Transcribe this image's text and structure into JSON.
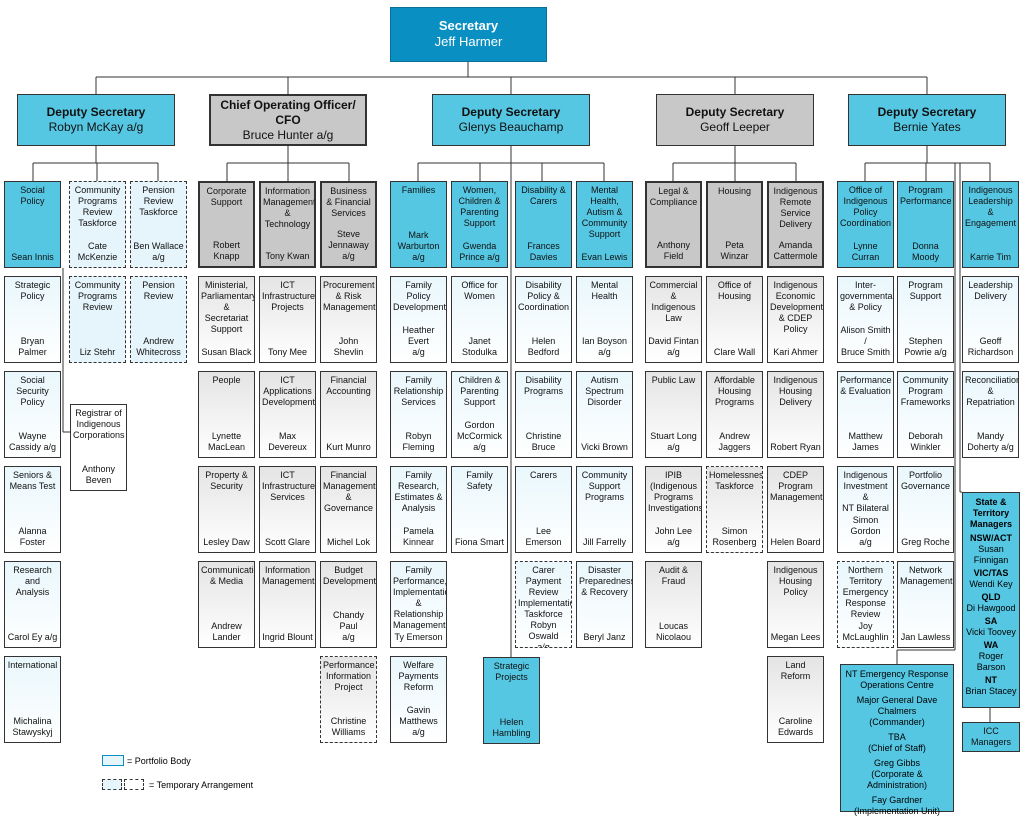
{
  "secretary": {
    "title": "Secretary",
    "name": "Jeff Harmer"
  },
  "deputies": [
    {
      "title": "Deputy Secretary",
      "name": "Robyn McKay a/g"
    },
    {
      "title": "Chief Operating Officer/ CFO",
      "name": "Bruce Hunter a/g"
    },
    {
      "title": "Deputy Secretary",
      "name": "Glenys Beauchamp"
    },
    {
      "title": "Deputy Secretary",
      "name": "Geoff Leeper"
    },
    {
      "title": "Deputy Secretary",
      "name": "Bernie Yates"
    }
  ],
  "units": [
    {
      "t": "Social Policy",
      "n": "Sean Innis"
    },
    {
      "t": "Community\nPrograms\nReview\nTaskforce",
      "n": "Cate\nMcKenzie"
    },
    {
      "t": "Pension\nReview\nTaskforce",
      "n": "Ben Wallace\na/g"
    },
    {
      "t": "Strategic\nPolicy",
      "n": "Bryan Palmer"
    },
    {
      "t": "Community\nPrograms\nReview",
      "n": "Liz Stehr"
    },
    {
      "t": "Pension\nReview",
      "n": "Andrew\nWhitecross"
    },
    {
      "t": "Social\nSecurity\nPolicy",
      "n": "Wayne\nCassidy a/g"
    },
    {
      "t": "Registrar of\nIndigenous\nCorporations",
      "n": "Anthony\nBeven"
    },
    {
      "t": "Seniors &\nMeans Test",
      "n": "Alanna Foster"
    },
    {
      "t": "Research and\nAnalysis",
      "n": "Carol Ey a/g"
    },
    {
      "t": "International",
      "n": "Michalina\nStawyskyj"
    },
    {
      "t": "Corporate\nSupport",
      "n": "Robert Knapp"
    },
    {
      "t": "Information\nManagement\n& Technology",
      "n": "Tony Kwan"
    },
    {
      "t": "Business\n& Financial\nServices",
      "n": "Steve\nJennaway\na/g"
    },
    {
      "t": "Ministerial,\nParliamentary\n& Secretariat\nSupport",
      "n": "Susan Black"
    },
    {
      "t": "ICT\nInfrastructure\nProjects",
      "n": "Tony Mee"
    },
    {
      "t": "Procurement\n& Risk\nManagement",
      "n": "John Shevlin"
    },
    {
      "t": "People",
      "n": "Lynette\nMacLean"
    },
    {
      "t": "ICT\nApplications\nDevelopment",
      "n": "Max Devereux"
    },
    {
      "t": "Financial\nAccounting",
      "n": "Kurt Munro"
    },
    {
      "t": "Property &\nSecurity",
      "n": "Lesley Daw"
    },
    {
      "t": "ICT\nInfrastructure\nServices",
      "n": "Scott Glare"
    },
    {
      "t": "Financial\nManagement\n& Governance",
      "n": "Michel Lok"
    },
    {
      "t": "Communication\n& Media",
      "n": "Andrew Lander"
    },
    {
      "t": "Information\nManagement",
      "n": "Ingrid Blount"
    },
    {
      "t": "Budget\nDevelopment",
      "n": "Chandy Paul\na/g"
    },
    {
      "t": "Performance\nInformation\nProject",
      "n": "Christine\nWilliams"
    },
    {
      "t": "Families",
      "n": "Mark\nWarburton\na/g"
    },
    {
      "t": "Women,\nChildren &\nParenting\nSupport",
      "n": "Gwenda\nPrince a/g"
    },
    {
      "t": "Disability &\nCarers",
      "n": "Frances\nDavies"
    },
    {
      "t": "Mental\nHealth,\nAutism &\nCommunity\nSupport",
      "n": "Evan Lewis"
    },
    {
      "t": "Family Policy\nDevelopment",
      "n": "Heather Evert\na/g"
    },
    {
      "t": "Office for\nWomen",
      "n": "Janet\nStodulka"
    },
    {
      "t": "Disability\nPolicy &\nCoordination",
      "n": "Helen Bedford"
    },
    {
      "t": "Mental\nHealth",
      "n": "Ian Boyson\na/g"
    },
    {
      "t": "Family\nRelationship\nServices",
      "n": "Robyn\nFleming"
    },
    {
      "t": "Children &\nParenting\nSupport",
      "n": "Gordon\nMcCormick\na/g"
    },
    {
      "t": "Disability\nPrograms",
      "n": "Christine\nBruce"
    },
    {
      "t": "Autism\nSpectrum\nDisorder",
      "n": "Vicki Brown"
    },
    {
      "t": "Family\nResearch,\nEstimates &\nAnalysis",
      "n": "Pamela\nKinnear"
    },
    {
      "t": "Family Safety",
      "n": "Fiona Smart"
    },
    {
      "t": "Carers",
      "n": "Lee Emerson"
    },
    {
      "t": "Community\nSupport\nPrograms",
      "n": "Jill Farrelly"
    },
    {
      "t": "Family\nPerformance,\nImplementation\n& Relationship\nManagement",
      "n": "Ty Emerson"
    },
    {
      "t": "Carer Payment\nReview\nImplementation\nTaskforce",
      "n": "Robyn Oswald\na/g"
    },
    {
      "t": "Disaster\nPreparedness\n& Recovery",
      "n": "Beryl Janz"
    },
    {
      "t": "Welfare\nPayments\nReform",
      "n": "Gavin\nMatthews\na/g"
    },
    {
      "t": "Strategic\nProjects",
      "n": "Helen\nHambling"
    },
    {
      "t": "Legal &\nCompliance",
      "n": "Anthony Field"
    },
    {
      "t": "Housing",
      "n": "Peta Winzar"
    },
    {
      "t": "Indigenous\nRemote\nService\nDelivery",
      "n": "Amanda\nCattermole"
    },
    {
      "t": "Commercial\n& Indigenous\nLaw",
      "n": "David Fintan\na/g"
    },
    {
      "t": "Office of\nHousing",
      "n": "Clare Wall"
    },
    {
      "t": "Indigenous\nEconomic\nDevelopment\n& CDEP\nPolicy",
      "n": "Kari Ahmer"
    },
    {
      "t": "Public Law",
      "n": "Stuart Long\na/g"
    },
    {
      "t": "Affordable\nHousing\nPrograms",
      "n": "Andrew\nJaggers"
    },
    {
      "t": "Indigenous\nHousing\nDelivery",
      "n": "Robert Ryan"
    },
    {
      "t": "IPIB\n(Indigenous\nPrograms\nInvestigations)",
      "n": "John Lee\na/g"
    },
    {
      "t": "Homelessness\nTaskforce",
      "n": "Simon\nRosenberg"
    },
    {
      "t": "CDEP\nProgram\nManagement",
      "n": "Helen Board"
    },
    {
      "t": "Audit & Fraud",
      "n": "Loucas\nNicolaou"
    },
    {
      "t": "Indigenous\nHousing\nPolicy",
      "n": "Megan Lees"
    },
    {
      "t": "Land Reform",
      "n": "Caroline\nEdwards"
    },
    {
      "t": "Office of\nIndigenous\nPolicy\nCoordination",
      "n": "Lynne Curran"
    },
    {
      "t": "Program\nPerformance",
      "n": "Donna Moody"
    },
    {
      "t": "Indigenous\nLeadership &\nEngagement",
      "n": "Karrie Tim"
    },
    {
      "t": "Inter-\ngovernmental\n& Policy",
      "n": "Alison Smith /\nBruce Smith"
    },
    {
      "t": "Program\nSupport",
      "n": "Stephen\nPowrie a/g"
    },
    {
      "t": "Leadership\nDelivery",
      "n": "Geoff\nRichardson"
    },
    {
      "t": "Performance\n& Evaluation",
      "n": "Matthew\nJames"
    },
    {
      "t": "Community\nProgram\nFrameworks",
      "n": "Deborah\nWinkler"
    },
    {
      "t": "Reconciliation\n& Repatriation",
      "n": "Mandy\nDoherty a/g"
    },
    {
      "t": "Indigenous\nInvestment &\nNT Bilateral",
      "n": "Simon Gordon\na/g"
    },
    {
      "t": "Portfolio\nGovernance",
      "n": "Greg Roche"
    },
    {
      "t": "Northern\nTerritory\nEmergency\nResponse\nReview",
      "n": "Joy\nMcLaughlin"
    },
    {
      "t": "Network\nManagement",
      "n": "Jan Lawless"
    },
    {
      "t": "ICC\nManagers",
      "n": ""
    }
  ],
  "state_box": {
    "title": "State &\nTerritory\nManagers",
    "entries": [
      {
        "region": "NSW/ACT",
        "name": "Susan\nFinnigan"
      },
      {
        "region": "VIC/TAS",
        "name": "Wendi Key"
      },
      {
        "region": "QLD",
        "name": "Di Hawgood"
      },
      {
        "region": "SA",
        "name": "Vicki Toovey"
      },
      {
        "region": "WA",
        "name": "Roger Barson"
      },
      {
        "region": "NT",
        "name": "Brian Stacey"
      }
    ]
  },
  "nt_box": {
    "title": "NT Emergency Response\nOperations Centre",
    "people": [
      "Major General Dave Chalmers\n(Commander)",
      "TBA\n(Chief of Staff)",
      "Greg Gibbs\n(Corporate & Administration)",
      "Fay Gardner\n(Implementation Unit)"
    ]
  },
  "legend": {
    "portfolio_body": "= Portfolio Body",
    "temporary_arrangement": "= Temporary Arrangement"
  },
  "colors": {
    "secretary": "#0a8fc2",
    "deputy_blue": "#55c7e3",
    "deputy_grey": "#c8c8c8",
    "line": "#333333"
  }
}
